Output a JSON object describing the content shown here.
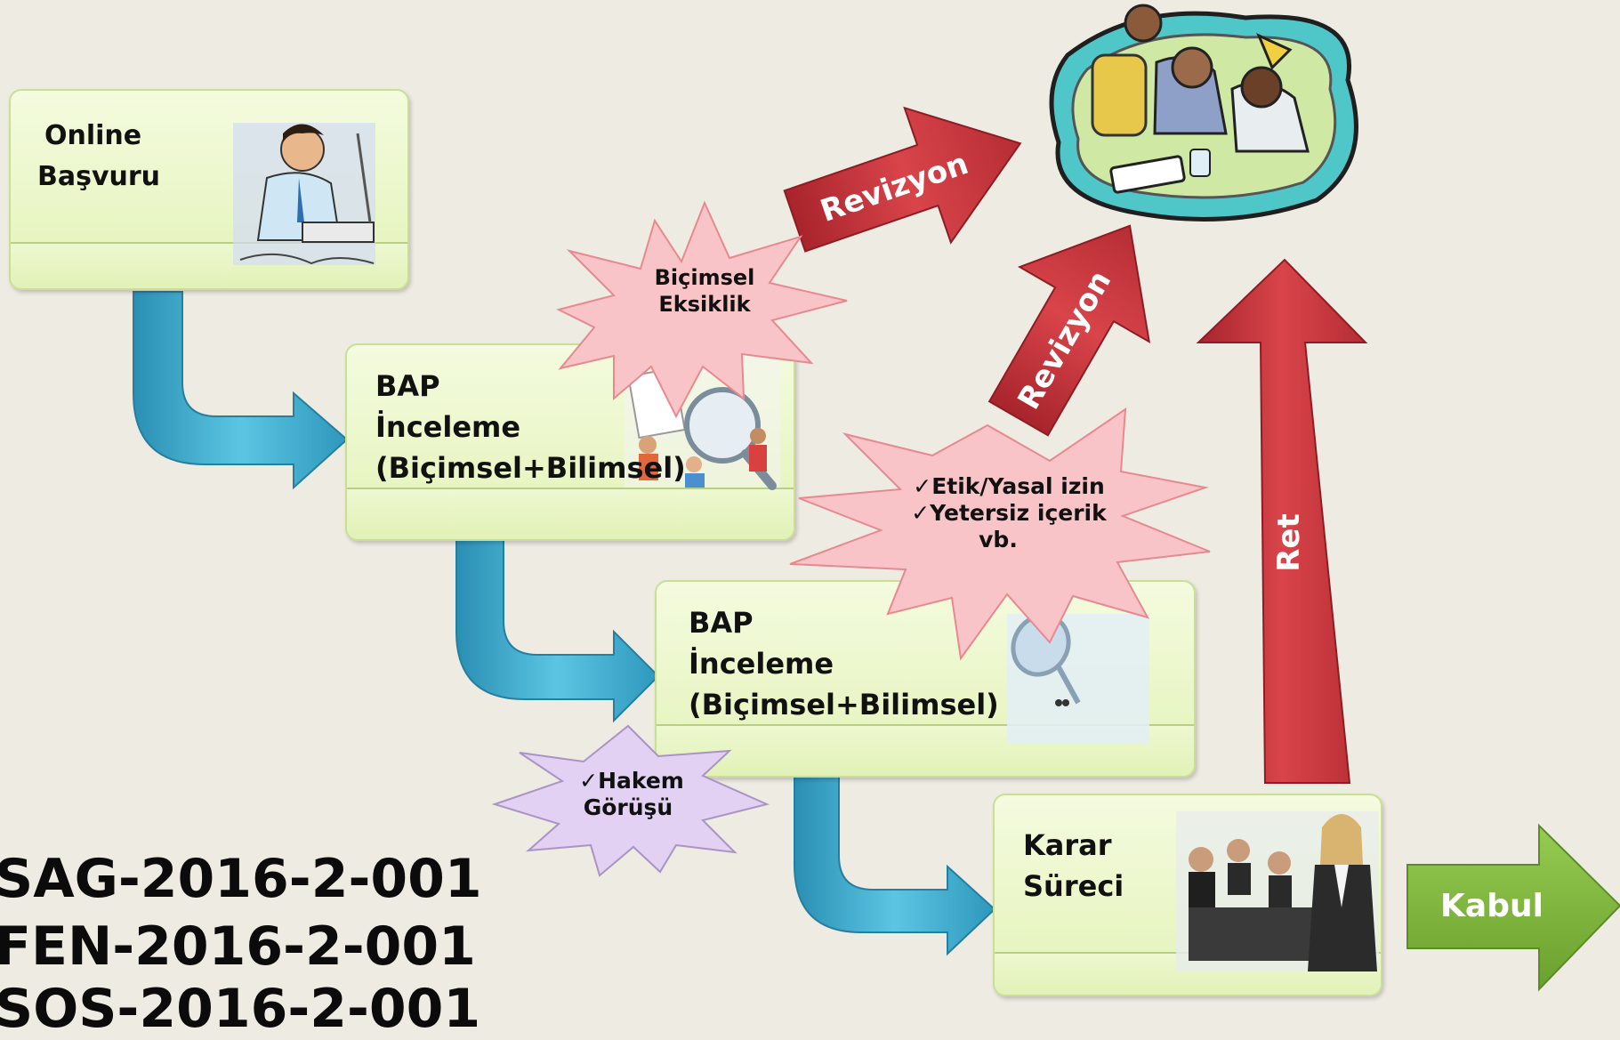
{
  "steps": [
    {
      "line1": "Online",
      "line2": "Başvuru"
    },
    {
      "line1": "BAP",
      "line2": "İnceleme",
      "line3": "(Biçimsel+Bilimsel)"
    },
    {
      "line1": "BAP",
      "line2": "İnceleme",
      "line3": "(Biçimsel+Bilimsel)"
    },
    {
      "line1": "Karar",
      "line2": "Süreci"
    }
  ],
  "bursts": {
    "bicimsel": [
      "Biçimsel",
      "Eksiklik"
    ],
    "etik": [
      "✓Etik/Yasal izin",
      "✓Yetersiz içerik",
      "vb."
    ],
    "hakem": [
      "✓Hakem",
      "Görüşü"
    ]
  },
  "arrows": {
    "revizyon_1": "Revizyon",
    "revizyon_2": "Revizyon",
    "ret": "Ret",
    "kabul": "Kabul"
  },
  "codes": [
    "SAG-2016-2-001",
    "FEN-2016-2-001",
    "SOS-2016-2-001"
  ],
  "colors": {
    "background": "#eeebe2",
    "box_fill": "#e8f5c4",
    "flow_arrow": "#3aaccd",
    "red_arrow": "#c8323a",
    "green_arrow": "#7fb83a",
    "burst_pink": "#f9c4c8",
    "burst_purple": "#e2d1f2"
  },
  "icons": [
    "meeting-cartoon-icon",
    "typing-person-icon",
    "magnifier-people-icon",
    "magnifier-icon",
    "business-meeting-icon"
  ]
}
